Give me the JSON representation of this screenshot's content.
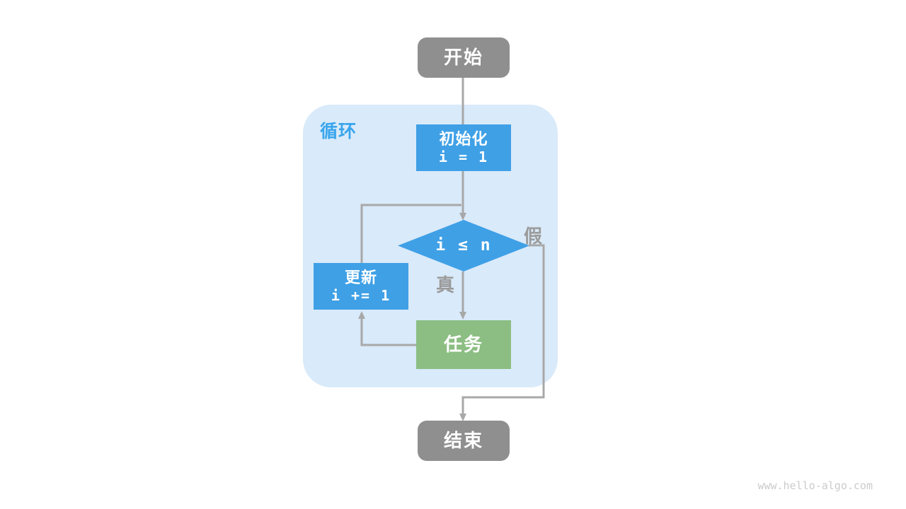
{
  "watermark": "www.hello-algo.com",
  "loop": {
    "label": "循环"
  },
  "nodes": {
    "start": {
      "label": "开始"
    },
    "init": {
      "label": "初始化",
      "code": "i = 1"
    },
    "condition": {
      "code": "i ≤ n"
    },
    "update": {
      "label": "更新",
      "code": "i += 1"
    },
    "task": {
      "label": "任务"
    },
    "end": {
      "label": "结束"
    }
  },
  "edge_labels": {
    "true": "真",
    "false": "假"
  },
  "colors": {
    "node_blue": "#3fa0e6",
    "node_green": "#8cbe83",
    "node_gray": "#8f8f8f",
    "container_bg": "#d9eafa",
    "loop_label": "#38a5ec",
    "line_gray": "#a8a8a8",
    "edge_label_gray": "#9b9b9b",
    "watermark_gray": "#cbcbcb"
  }
}
